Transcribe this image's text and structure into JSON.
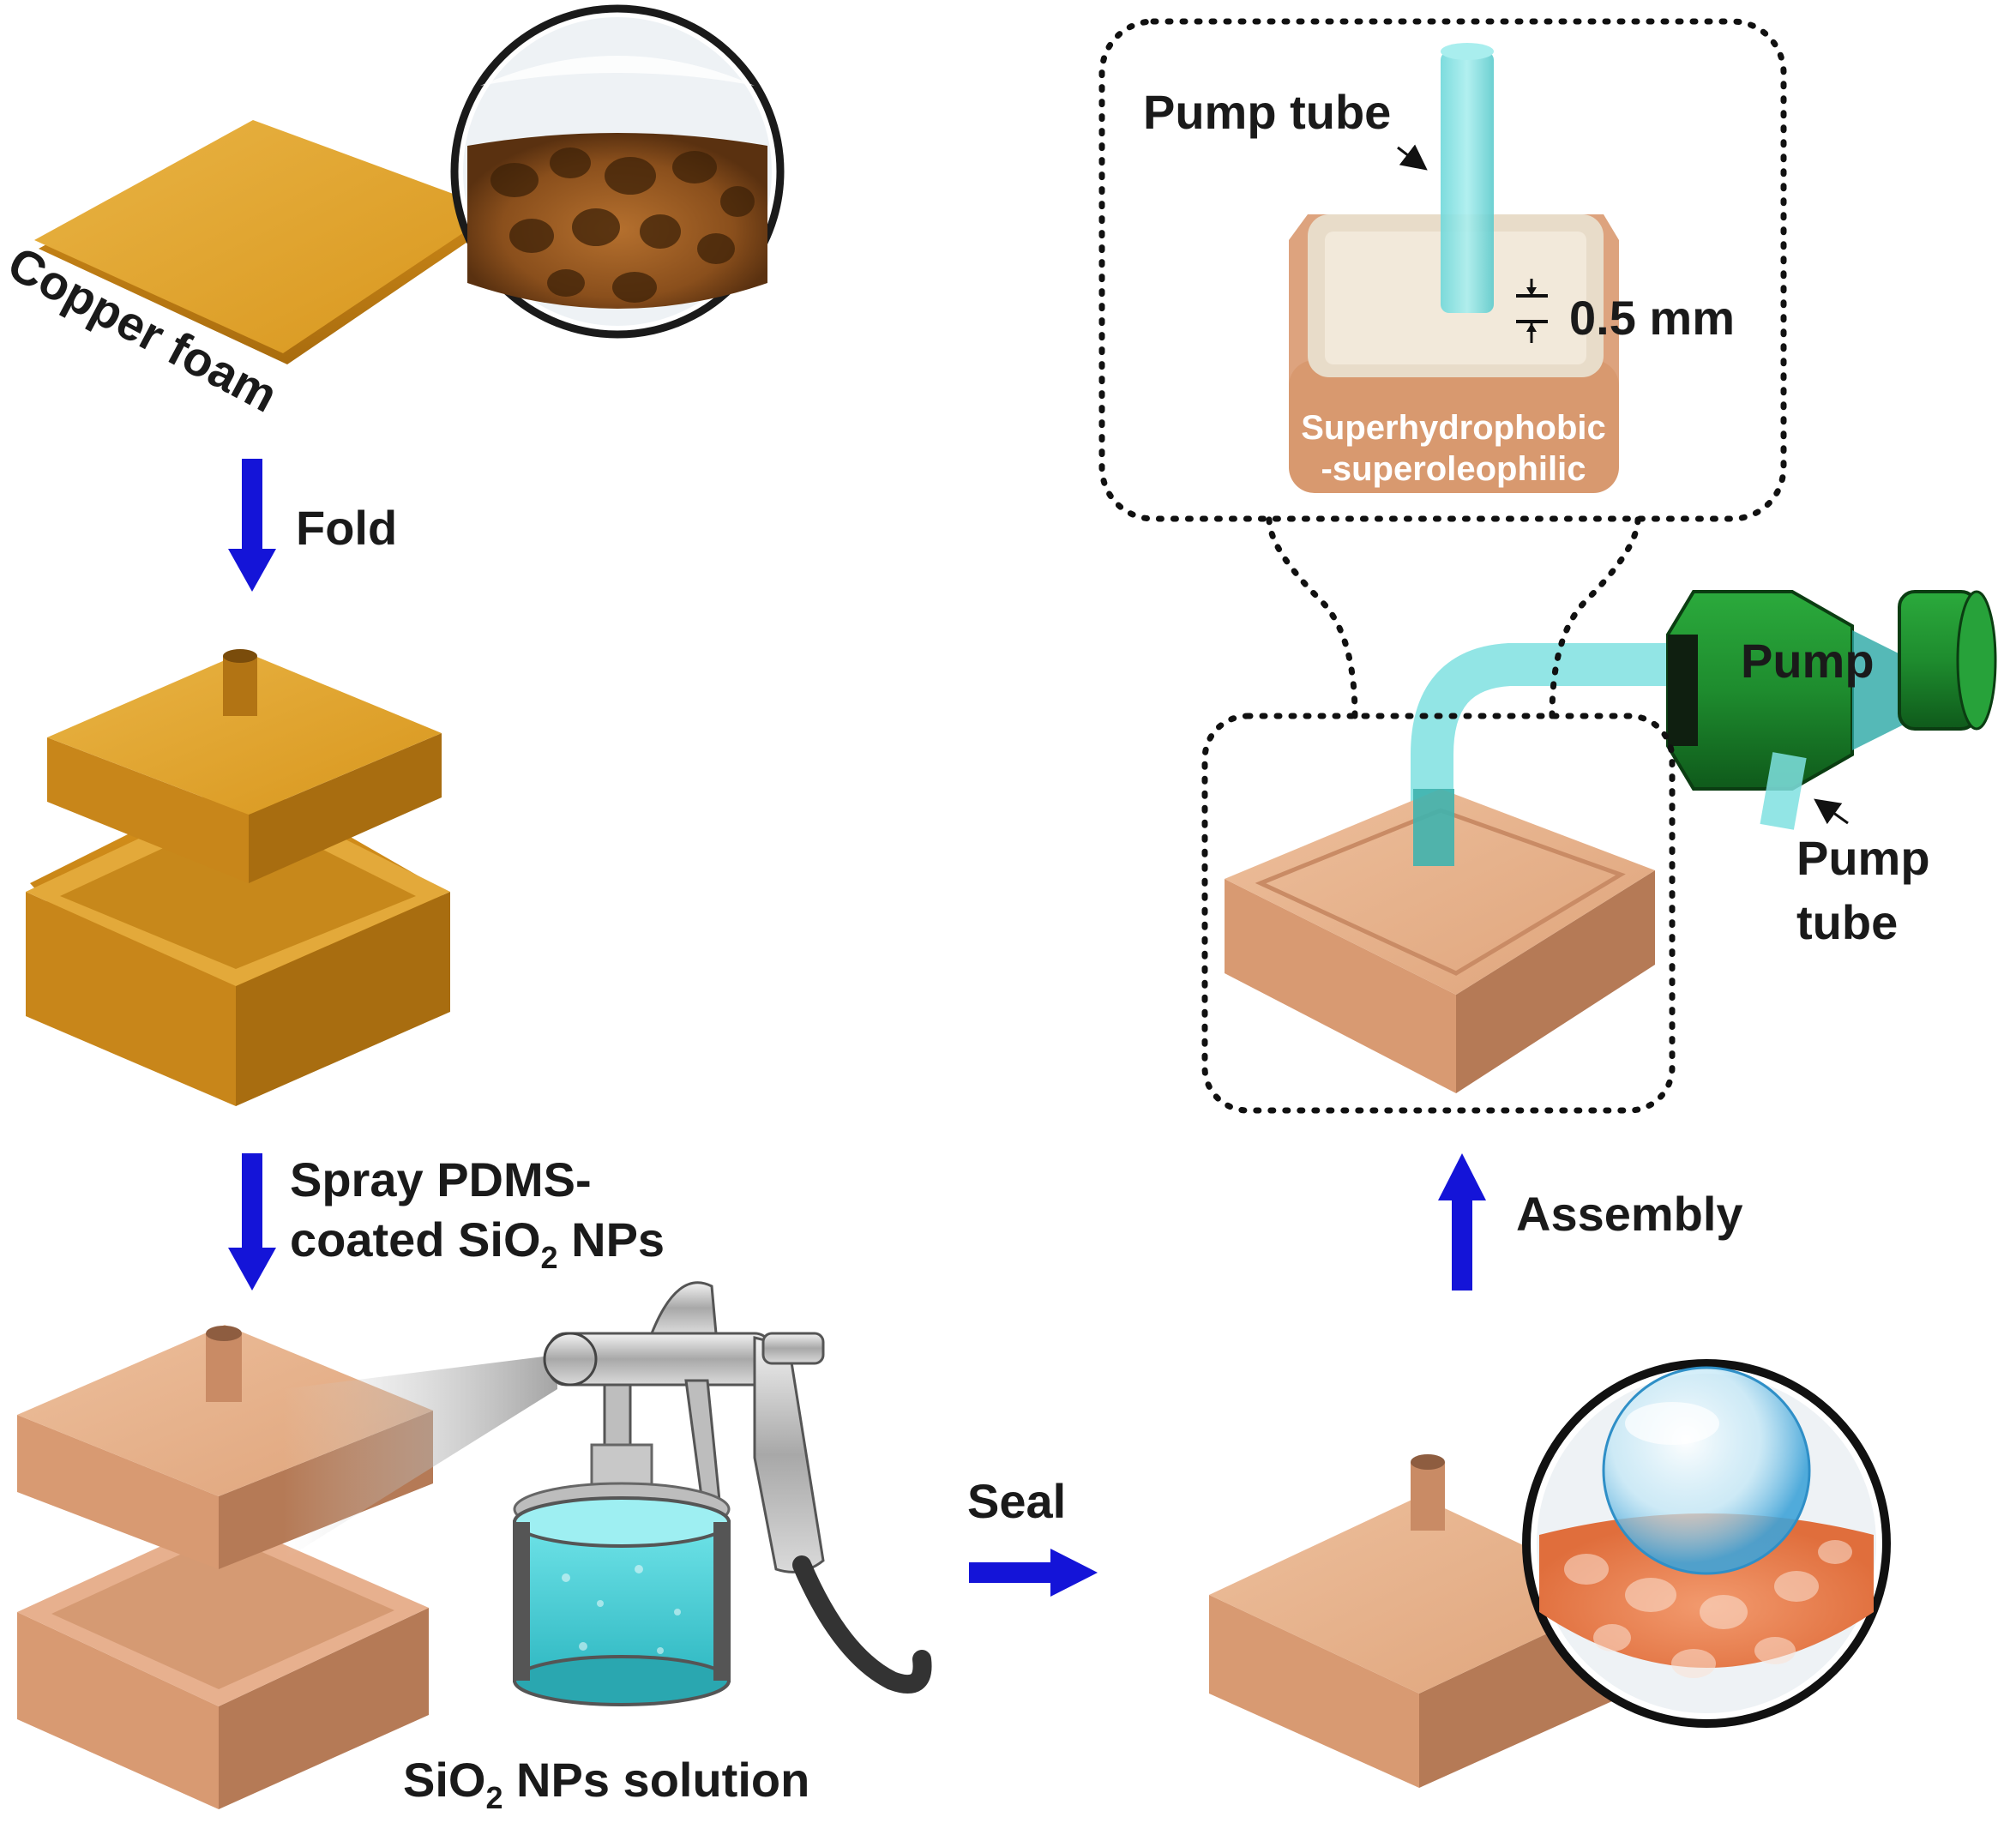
{
  "labels": {
    "copper_foam": "Copper foam",
    "fold": "Fold",
    "spray_line1": "Spray PDMS-",
    "spray_line2_a": "coated SiO",
    "spray_line2_sub": "2",
    "spray_line2_b": " NPs",
    "solution_a": "SiO",
    "solution_sub": "2",
    "solution_b": " NPs solution",
    "seal": "Seal",
    "assembly": "Assembly",
    "pump": "Pump",
    "pump_tube_top": "Pump tube",
    "pump_tube_right_1": "Pump",
    "pump_tube_right_2": "tube",
    "gap": "0.5 mm",
    "coating_line1": "Superhydrophobic",
    "coating_line2": "-superoleophilic"
  },
  "colors": {
    "copper": "#E0A32B",
    "coated": "#E4AE88",
    "arrow": "#1414D8",
    "tube": "#7FE0E0",
    "pump": "#1F8F2F",
    "dotted": "#111111"
  }
}
